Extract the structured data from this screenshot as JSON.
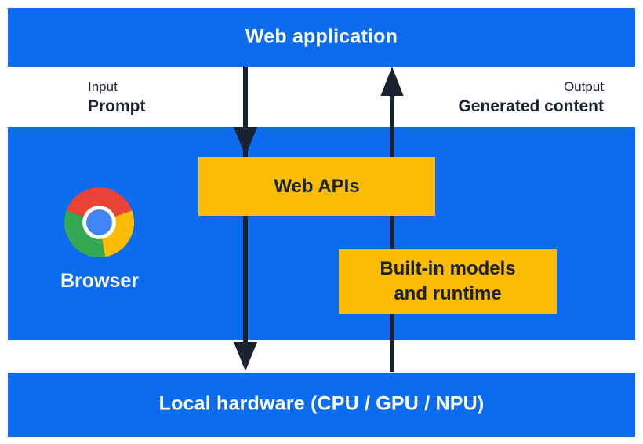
{
  "diagram": {
    "title_bar": {
      "label": "Web application"
    },
    "io": {
      "input": {
        "caption": "Input",
        "label": "Prompt"
      },
      "output": {
        "caption": "Output",
        "label": "Generated content"
      }
    },
    "browser": {
      "label": "Browser"
    },
    "boxes": {
      "web_apis": {
        "label": "Web APIs"
      },
      "builtin": {
        "line1": "Built-in models",
        "line2": "and runtime"
      }
    },
    "hardware_bar": {
      "label": "Local hardware (CPU / GPU / NPU)"
    },
    "flows": [
      {
        "name": "input-flow",
        "direction": "down",
        "from": "Web application",
        "to": "Local hardware (CPU / GPU / NPU)"
      },
      {
        "name": "output-flow",
        "direction": "up",
        "from": "Local hardware (CPU / GPU / NPU)",
        "to": "Web application"
      }
    ],
    "colors": {
      "band_blue": "#0b6cf0",
      "box_yellow": "#fbbc04",
      "ink": "#1a2230",
      "text_on_blue": "#ffffff",
      "chrome_red": "#ea4335",
      "chrome_yellow": "#fbbc04",
      "chrome_green": "#34a853",
      "chrome_blue": "#4285f4",
      "chrome_ring": "#ffffff"
    }
  }
}
